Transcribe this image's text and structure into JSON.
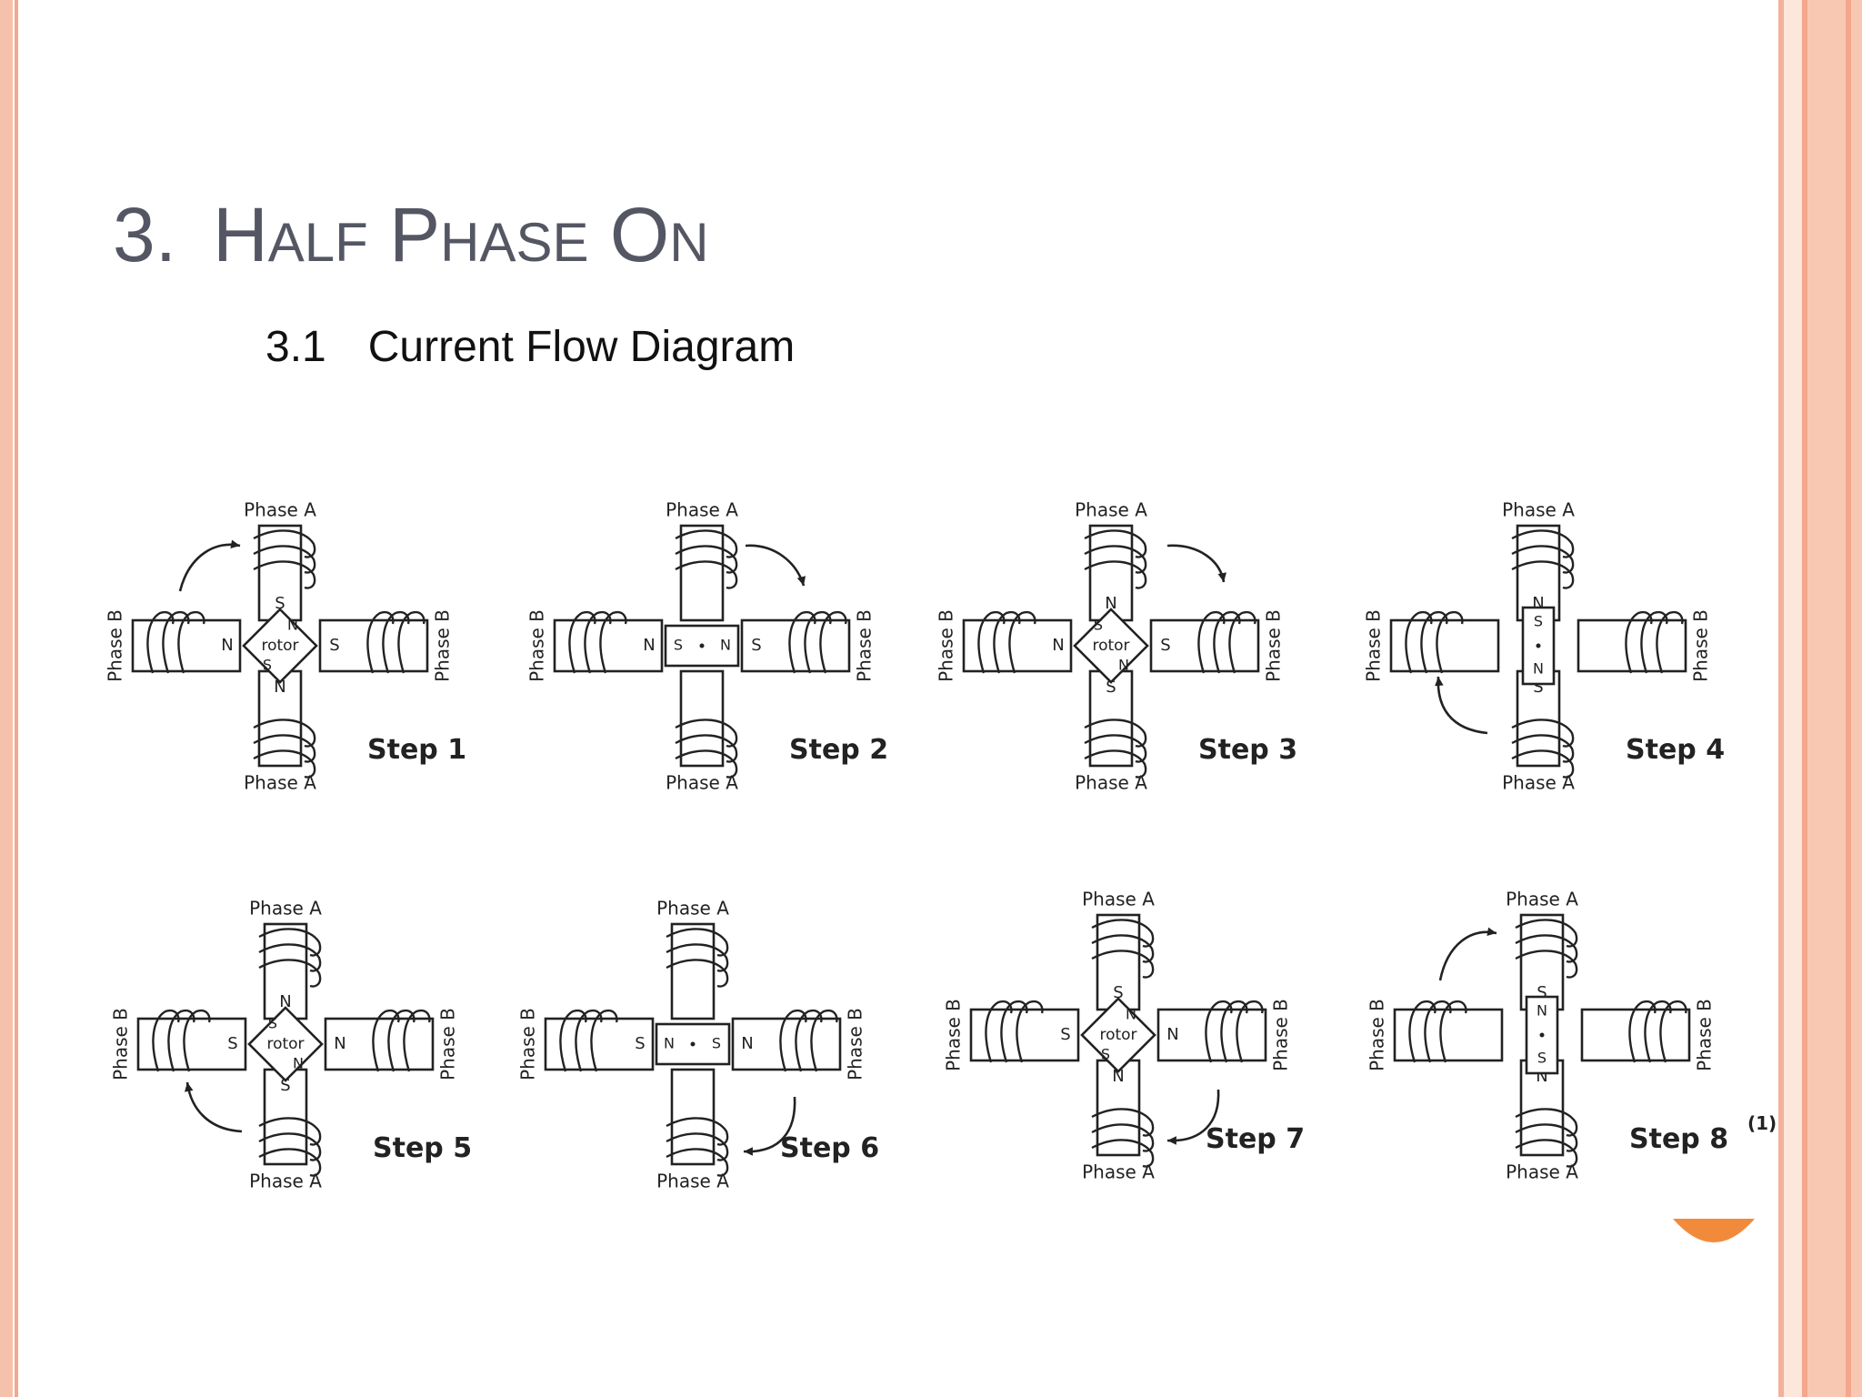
{
  "slide": {
    "title": {
      "number": "3.",
      "words": [
        "Half",
        "Phase",
        "On"
      ]
    },
    "subtitle": {
      "number": "3.1",
      "text": "Current Flow Diagram"
    }
  },
  "labels": {
    "phase_a": "Phase A",
    "phase_b": "Phase B",
    "rotor": "rotor",
    "north": "N",
    "south": "S"
  },
  "steps": [
    {
      "label": "Step 1",
      "superscript": ""
    },
    {
      "label": "Step 2",
      "superscript": ""
    },
    {
      "label": "Step 3",
      "superscript": ""
    },
    {
      "label": "Step 4",
      "superscript": ""
    },
    {
      "label": "Step 5",
      "superscript": ""
    },
    {
      "label": "Step 6",
      "superscript": ""
    },
    {
      "label": "Step 7",
      "superscript": ""
    },
    {
      "label": "Step 8",
      "superscript": "(1)"
    }
  ],
  "colors": {
    "frame": "#f6b7a0",
    "frame_dark": "#f0a488",
    "accent": "#f28a3c",
    "title": "#545763",
    "ink": "#222222"
  }
}
